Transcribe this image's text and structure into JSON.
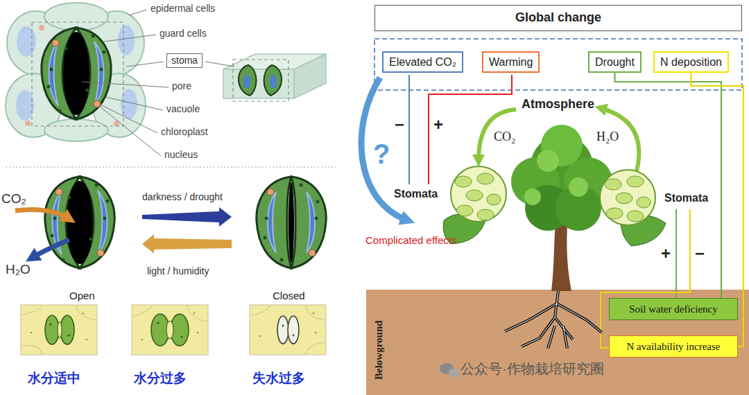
{
  "diagram": {
    "nodes": [
      {
        "text": [
          "stoma"
        ]
      },
      {
        "text": [
          "Global change"
        ]
      },
      {
        "text": [
          "Elevated CO₂"
        ]
      },
      {
        "text": [
          "Warming"
        ]
      },
      {
        "text": [
          "Drought"
        ]
      },
      {
        "text": [
          "N deposition"
        ]
      },
      {
        "text": [
          "Soil water deficiency"
        ]
      },
      {
        "text": [
          "N availability increase"
        ]
      }
    ],
    "edges": [
      {
        "from": 4,
        "to": 6,
        "arrow": "none"
      },
      {
        "from": 5,
        "to": 7,
        "arrow": "none"
      }
    ],
    "labels": [
      "epidermal cells",
      "guard cells",
      "pore",
      "vacuole",
      "chloroplast",
      "nucleus",
      "CO₂",
      "H₂O",
      "darkness / drought",
      "light / humidity",
      "Open",
      "Closed",
      "水分适中",
      "水分过多",
      "失水过多",
      "−",
      "+",
      "?",
      "Complicated effects",
      "Atmosphere",
      "CO₂",
      "H₂O",
      "Stomata",
      "Stomata",
      "+",
      "−",
      "Belowground",
      "公众号·作物栽培研究圈"
    ]
  }
}
